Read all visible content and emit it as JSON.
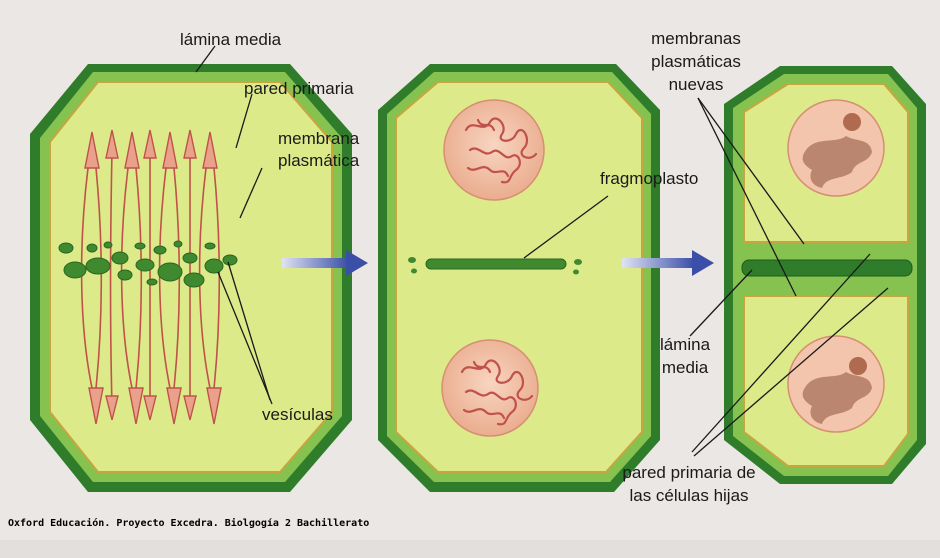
{
  "labels": {
    "lamina_media_top": "lámina media",
    "pared_primaria": "pared primaria",
    "membrana_plasmatica_1": "membrana",
    "membrana_plasmatica_2": "plasmática",
    "vesiculas": "vesículas",
    "membranas_nuevas_1": "membranas",
    "membranas_nuevas_2": "plasmáticas",
    "membranas_nuevas_3": "nuevas",
    "fragmoplasto": "fragmoplasto",
    "lamina_media_right_1": "lámina",
    "lamina_media_right_2": "media",
    "pared_hijas_1": "pared primaria de",
    "pared_hijas_2": "las células hijas"
  },
  "credit": "Oxford Educación. Proyecto Excedra. Biolgogía 2 Bachillerato",
  "colors": {
    "wall_dark": "#2f7d2a",
    "wall_mid": "#7bbf4a",
    "cytoplasm": "#dcea8a",
    "membrane": "#c9a540",
    "nucleus": "#f3c2a9",
    "chromatin": "#c8553d",
    "arrow": "#3b4fa8",
    "vesicle": "#3f8a2f"
  }
}
